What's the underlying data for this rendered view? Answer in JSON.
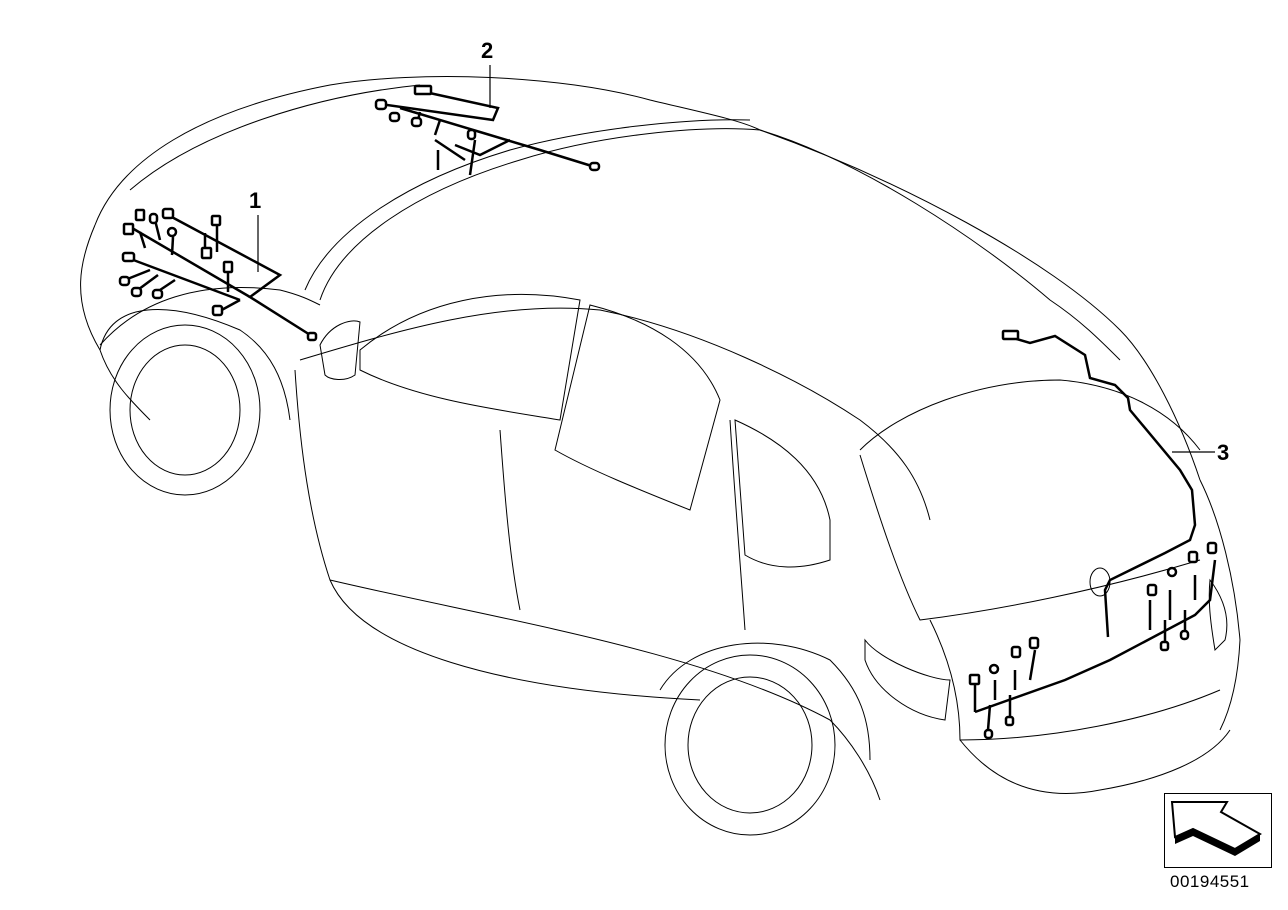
{
  "diagram": {
    "subject": "SUV wiring harness, isometric rear-left view",
    "callouts": [
      {
        "id": "1",
        "label": "1",
        "part": "harness-front-left-door"
      },
      {
        "id": "2",
        "label": "2",
        "part": "harness-roof-headliner"
      },
      {
        "id": "3",
        "label": "3",
        "part": "harness-tailgate-rear"
      }
    ],
    "diagram_number": "00194551",
    "orientation_icon": "arrow-forward-orientation-icon",
    "colors": {
      "line": "#000000",
      "background": "#ffffff"
    }
  }
}
